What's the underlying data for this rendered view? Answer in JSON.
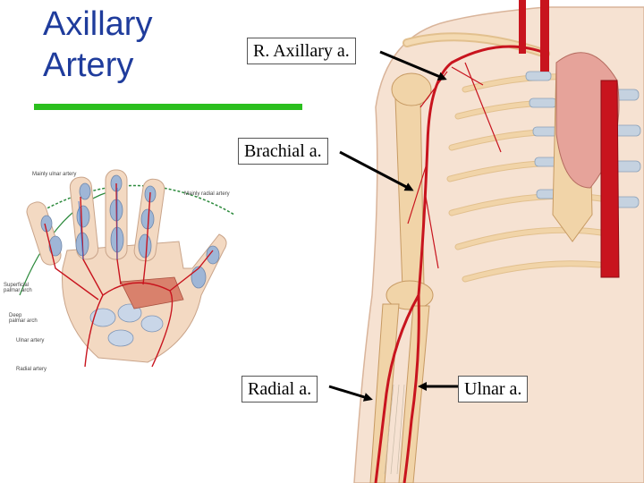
{
  "slide": {
    "title_line1": "Axillary",
    "title_line2": "Artery"
  },
  "callouts": {
    "axillary": "R. Axillary a.",
    "brachial": "Brachial a.",
    "radial": "Radial a.",
    "ulnar": "Ulnar a."
  },
  "hand_figure": {
    "mainly_ulnar": "Mainly ulnar artery",
    "mainly_radial": "Mainly radial artery",
    "superficial_arch": "Superficial palmar arch",
    "deep_arch": "Deep palmar arch",
    "ulnar_artery": "Ulnar artery",
    "radial_artery": "Radial artery"
  },
  "colors": {
    "title": "#1f3c9c",
    "accent_bar": "#2bbf1e",
    "artery": "#c8141e",
    "bone": "#f1d4a8",
    "skin": "#f3d9c2"
  }
}
